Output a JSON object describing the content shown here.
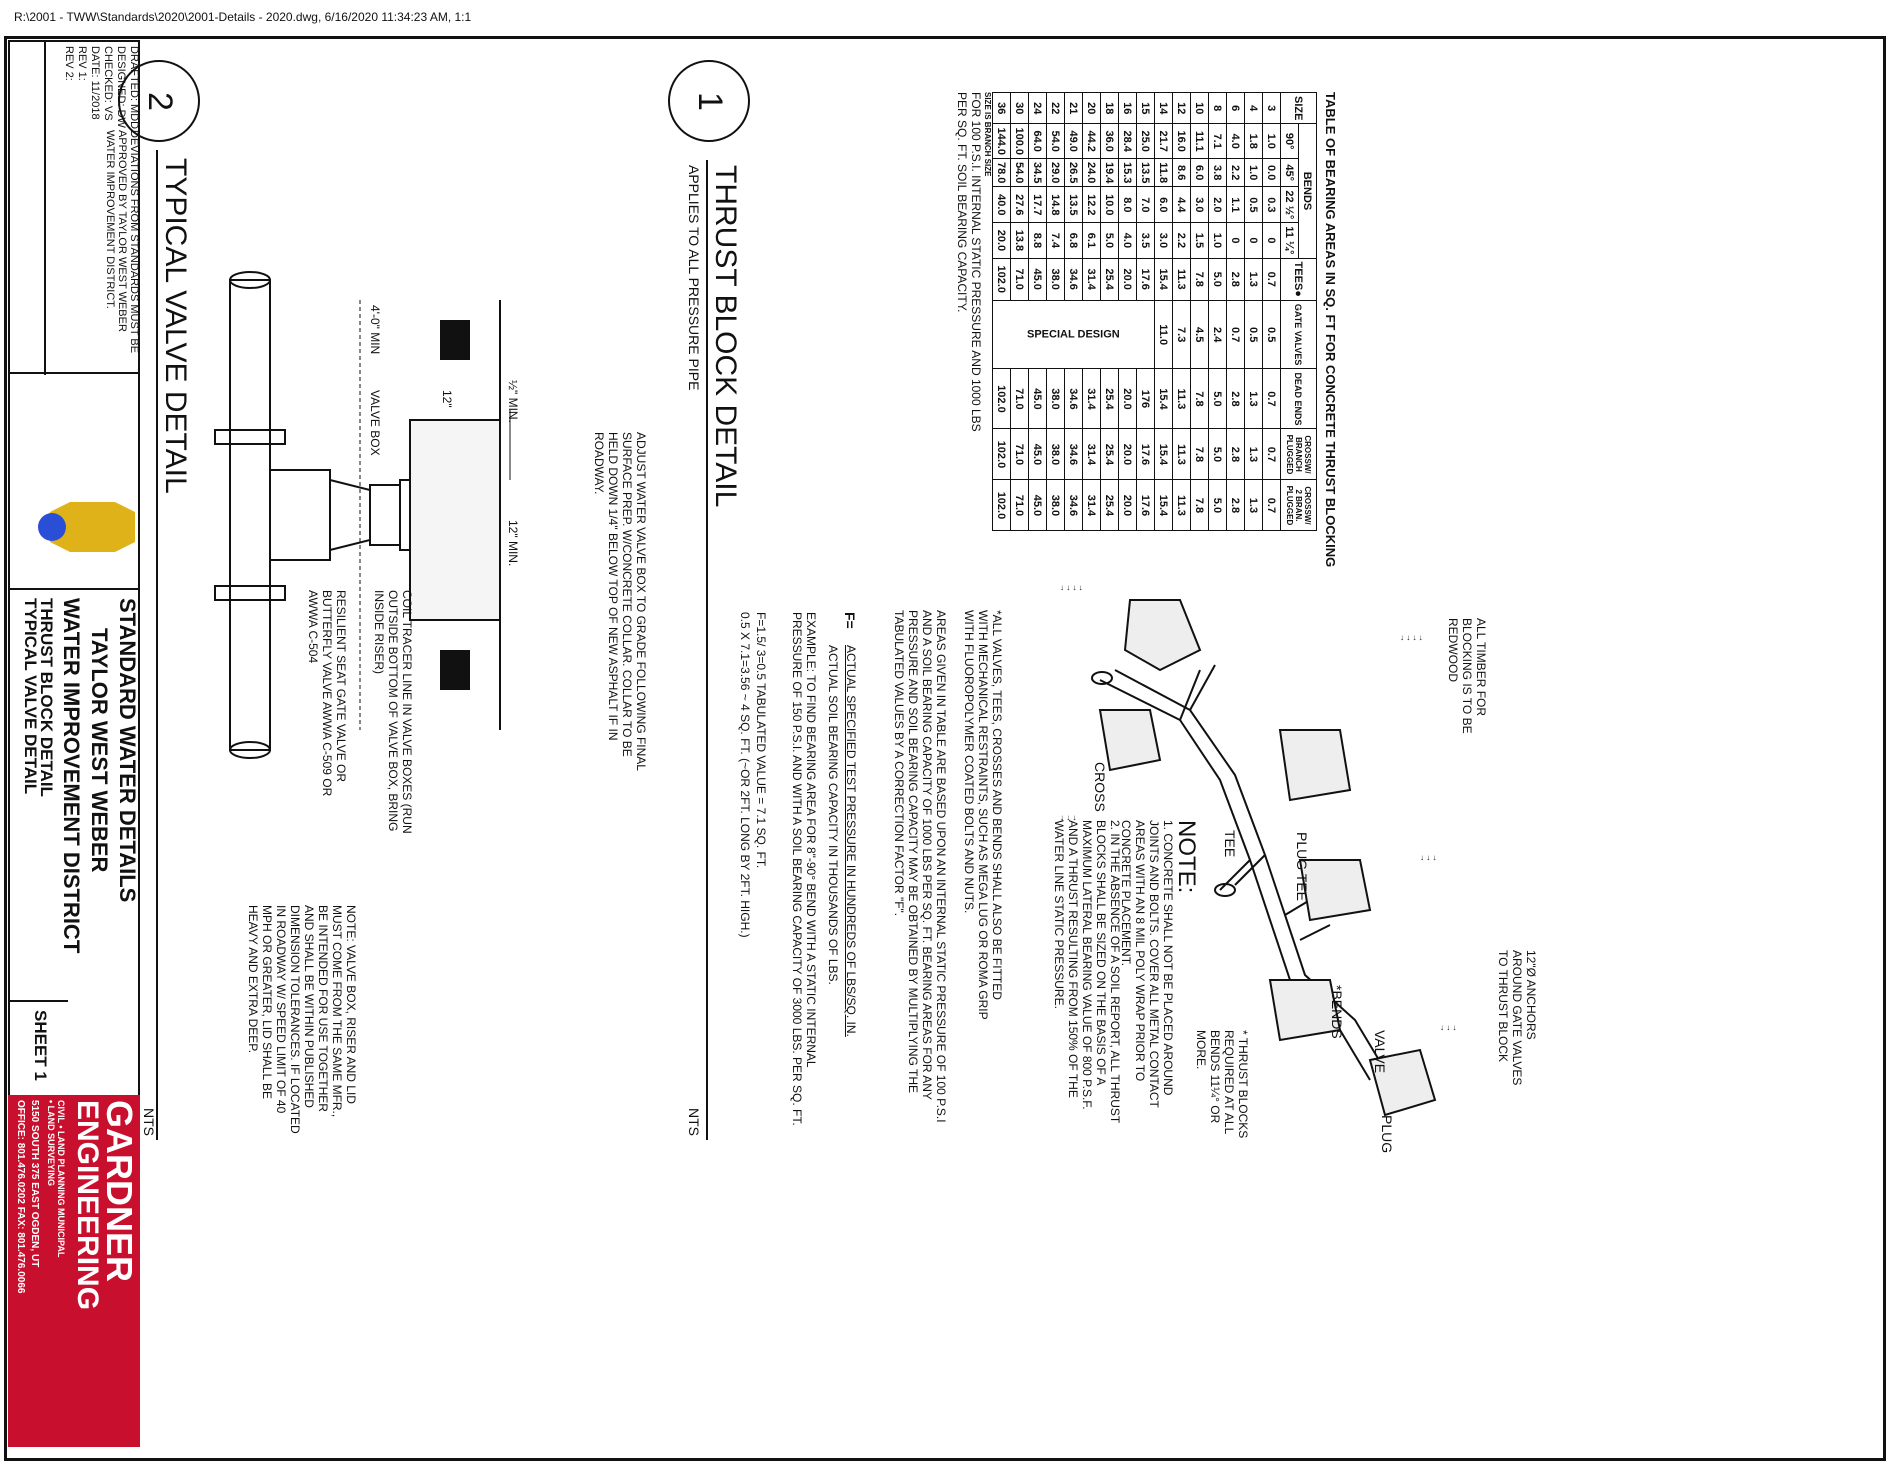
{
  "header": {
    "path": "R:\\2001 - TWW\\Standards\\2020\\2001-Details - 2020.dwg, 6/16/2020 11:34:23 AM, 1:1"
  },
  "table": {
    "title": "TABLE OF BEARING AREAS IN SQ. FT FOR CONCRETE THRUST BLOCKING",
    "headers": {
      "size": "SIZE",
      "bends": "BENDS",
      "b90": "90°",
      "b45": "45°",
      "b22": "22 ½°",
      "b11": "11 ¼°",
      "tees": "TEES●",
      "gate": "GATE VALVES",
      "dead": "DEAD ENDS",
      "cross2": "CROSSW/ BRANCH PLUGGED",
      "cross3": "CROSSW/ 2 BRAN. PLUGGED"
    },
    "rows": [
      [
        "3",
        "1.0",
        "0.0",
        "0.3",
        "0",
        "0.7",
        "0.5",
        "0.7",
        "0.7",
        "0.7"
      ],
      [
        "4",
        "1.8",
        "1.0",
        "0.5",
        "0",
        "1.3",
        "0.5",
        "1.3",
        "1.3",
        "1.3"
      ],
      [
        "6",
        "4.0",
        "2.2",
        "1.1",
        "0",
        "2.8",
        "0.7",
        "2.8",
        "2.8",
        "2.8"
      ],
      [
        "8",
        "7.1",
        "3.8",
        "2.0",
        "1.0",
        "5.0",
        "2.4",
        "5.0",
        "5.0",
        "5.0"
      ],
      [
        "10",
        "11.1",
        "6.0",
        "3.0",
        "1.5",
        "7.8",
        "4.5",
        "7.8",
        "7.8",
        "7.8"
      ],
      [
        "12",
        "16.0",
        "8.6",
        "4.4",
        "2.2",
        "11.3",
        "7.3",
        "11.3",
        "11.3",
        "11.3"
      ],
      [
        "14",
        "21.7",
        "11.8",
        "6.0",
        "3.0",
        "15.4",
        "11.0",
        "15.4",
        "15.4",
        "15.4"
      ],
      [
        "15",
        "25.0",
        "13.5",
        "7.0",
        "3.5",
        "17.6",
        "",
        "176",
        "17.6",
        "17.6"
      ],
      [
        "16",
        "28.4",
        "15.3",
        "8.0",
        "4.0",
        "20.0",
        "",
        "20.0",
        "20.0",
        "20.0"
      ],
      [
        "18",
        "36.0",
        "19.4",
        "10.0",
        "5.0",
        "25.4",
        "",
        "25.4",
        "25.4",
        "25.4"
      ],
      [
        "20",
        "44.2",
        "24.0",
        "12.2",
        "6.1",
        "31.4",
        "",
        "31.4",
        "31.4",
        "31.4"
      ],
      [
        "21",
        "49.0",
        "26.5",
        "13.5",
        "6.8",
        "34.6",
        "",
        "34.6",
        "34.6",
        "34.6"
      ],
      [
        "22",
        "54.0",
        "29.0",
        "14.8",
        "7.4",
        "38.0",
        "",
        "38.0",
        "38.0",
        "38.0"
      ],
      [
        "24",
        "64.0",
        "34.5",
        "17.7",
        "8.8",
        "45.0",
        "",
        "45.0",
        "45.0",
        "45.0"
      ],
      [
        "30",
        "100.0",
        "54.0",
        "27.6",
        "13.8",
        "71.0",
        "",
        "71.0",
        "71.0",
        "71.0"
      ],
      [
        "36",
        "144.0",
        "78.0",
        "40.0",
        "20.0",
        "102.0",
        "",
        "102.0",
        "102.0",
        "102.0"
      ]
    ],
    "special_design": "SPECIAL DESIGN",
    "footnote_size": "SIZE IS BRANCH SIZE",
    "note": "FOR 100 P.S.I. INTERNAL STATIC PRESSURE AND 1000 LBS PER SQ. FT. SOIL BEARING CAPACITY."
  },
  "detail1": {
    "number": "1",
    "title": "THRUST BLOCK DETAIL",
    "subtitle": "APPLIES TO ALL PRESSURE PIPE",
    "nts": "NTS"
  },
  "detail2": {
    "number": "2",
    "title": "TYPICAL VALVE DETAIL",
    "nts": "NTS"
  },
  "thrust_labels": {
    "timber": "ALL TIMBER FOR BLOCKING IS TO BE REDWOOD",
    "anchors": "12\"Ø ANCHORS AROUND GATE VALVES TO THRUST BLOCK",
    "cross": "CROSS",
    "tee": "TEE",
    "plug_tee": "PLUG TEE",
    "bends": "*BENDS",
    "valve": "VALVE",
    "plug": "PLUG",
    "note_title": "NOTE:",
    "note1": "1. CONCRETE SHALL NOT BE PLACED AROUND JOINTS AND BOLTS. COVER ALL METAL CONTACT AREAS WITH AN 8 MIL POLY WRAP PRIOR TO CONCRETE PLACEMENT.",
    "note2": "2. IN THE ABSENCE OF A SOIL REPORT, ALL THRUST BLOCKS SHALL BE SIZED ON THE BASIS OF A MAXIMUM LATERAL BEARING VALUE OF 800 P.S.F. AND A THRUST RESULTING FROM 150% OF THE WATER LINE STATIC PRESSURE.",
    "star_note": "* THRUST BLOCKS REQUIRED AT ALL BENDS 11¼° OR MORE."
  },
  "notes": {
    "valves": "*ALL VALVES, TEES, CROSSES AND BENDS SHALL ALSO BE FITTED WITH MECHANICAL RESTRAINTS, SUCH AS MEGA LUG OR ROMA GRIP WITH FLUOROPOLYMER COATED BOLTS AND NUTS.",
    "areas": "AREAS GIVEN IN TABLE ARE BASED UPON AN INTERNAL STATIC PRESSURE OF 100 P.S.I AND A SOIL BEARING CAPACITY OF 1000 LBS PER SQ. FT. BEARING AREAS FOR ANY PRESSURE AND SOIL BEARING CAPACITY MAY BE OBTAINED BY MULTIPLYING THE TABULATED VALUES BY A CORRECTION FACTOR \"F\".",
    "f_label": "F=",
    "f_num": "ACTUAL SPECIFIED TEST PRESSURE IN HUNDREDS OF LBS/SQ. IN.",
    "f_den": "ACTUAL SOIL BEARING CAPACITY IN THOUSANDS OF LBS.",
    "example": "EXAMPLE: TO FIND BEARING AREA FOR 8\"-90° BEND WITH A STATIC INTERNAL PRESSURE OF 150 P.S.I. AND WITH A SOIL BEARING CAPACITY OF 3000 LBS. PER SQ. FT.",
    "calc1": "F=1.5/ 3=0.5 TABULATED VALUE = 7.1 SQ. FT.",
    "calc2": "0.5 X 7.1=3.56 ~ 4 SQ. FT. (~OR 2FT. LONG BY 2FT. HIGH.)"
  },
  "valve_labels": {
    "adjust": "ADJUST WATER VALVE BOX TO GRADE FOLLOWING FINAL SURFACE PREP. W/CONCRETE COLLAR. COLLAR TO BE HELD DOWN 1/4\" BELOW TOP OF NEW ASPHALT IF IN ROADWAY.",
    "half_min": "½\" MIN.",
    "twelve_min": "12\" MIN.",
    "twelve": "12\"",
    "four_min": "4'-0\" MIN",
    "valve_box": "VALVE BOX",
    "coil": "COIL TRACER LINE IN VALVE BOXES (RUN OUTSIDE BOTTOM OF VALVE BOX, BRING INSIDE RISER)",
    "resilient": "RESILIENT SEAT GATE VALVE OR BUTTERFLY VALVE AWWA C-509 OR AWWA C-504",
    "note": "NOTE: VALVE BOX, RISER AND LID MUST COME FROM THE SAME MFR., BE INTENDED FOR USE TOGETHER AND SHALL BE WITHIN PUBLISHED DIMENSION TOLERANCES. IF LOCATED IN ROADWAY W/ SPEED LIMIT OF 40 MPH OR GREATER, LID SHALL BE HEAVY AND EXTRA DEEP."
  },
  "title_block": {
    "drafted": "DRAFTED: MDD",
    "designed": "DESIGNED: DW",
    "checked": "CHECKED: VS",
    "date": "DATE: 11/2018",
    "rev1": "REV 1:",
    "rev2": "REV 2:",
    "deviations": "DEVIATIONS FROM STANDARDS MUST BE APPROVED BY TAYLOR WEST WEBER WATER IMPROVEMENT DISTRICT.",
    "std": "STANDARD WATER DETAILS",
    "org1": "TAYLOR WEST WEBER",
    "org2": "WATER IMPROVEMENT DISTRICT",
    "sheet_titles": [
      "THRUST BLOCK DETAIL",
      "TYPICAL VALVE DETAIL"
    ],
    "sheet": "SHEET 1",
    "firm1": "GARDNER",
    "firm2": "ENGINEERING",
    "firm_tag": "CIVIL • LAND PLANNING MUNICIPAL • LAND SURVEYING",
    "address": "5150 SOUTH 375 EAST OGDEN, UT",
    "phone": "OFFICE: 801.476.0202 FAX: 801.476.0066",
    "colors": {
      "brand_red": "#c8102e",
      "logo_gold": "#e0b21a",
      "logo_blue": "#2a4fd6"
    }
  }
}
